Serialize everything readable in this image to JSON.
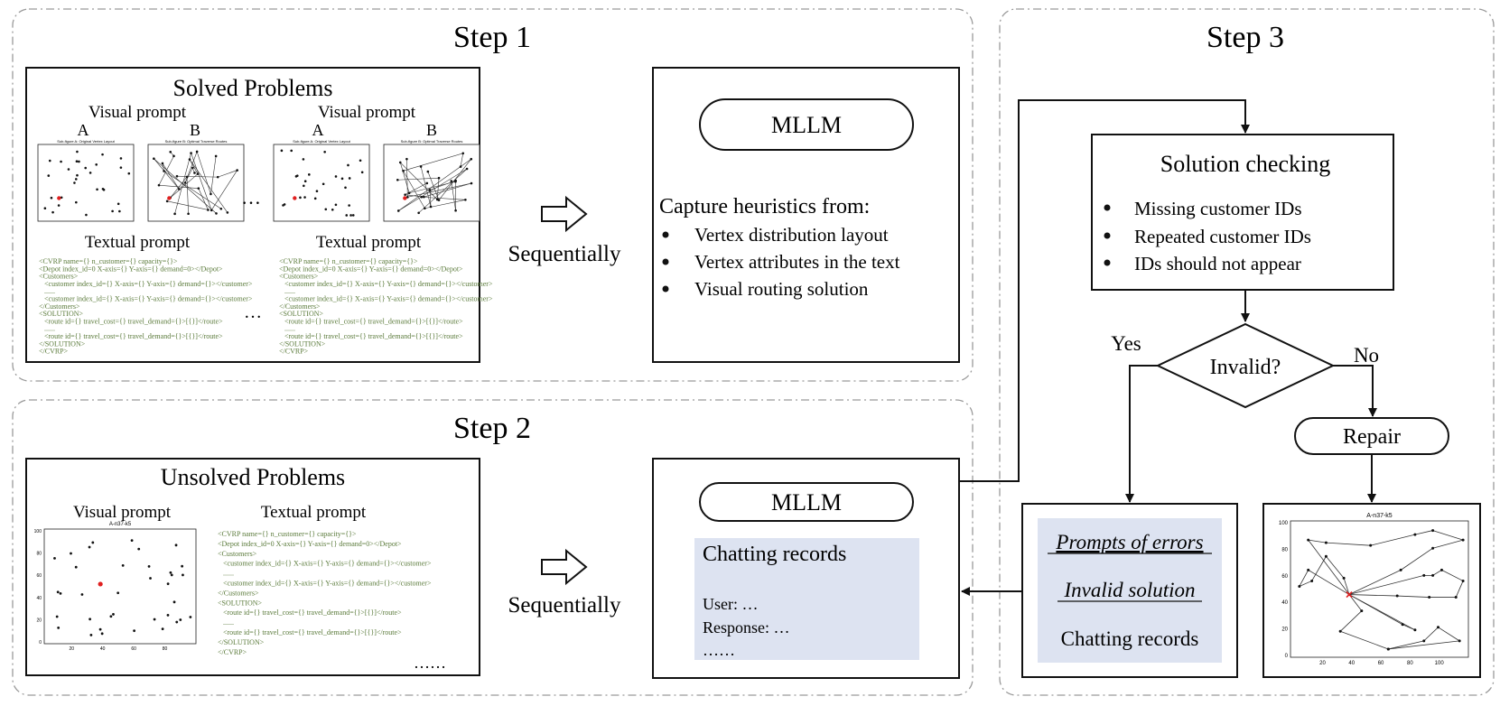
{
  "step1": {
    "title": "Step 1",
    "solved_title": "Solved Problems",
    "visual_prompt": "Visual prompt",
    "textual_prompt": "Textual prompt",
    "sub_a": "A",
    "sub_b": "B",
    "sub_a_caption": "Sub-figure A: Original Vertex Layout",
    "sub_b_caption": "Sub-figure B: Optimal Traverse Routes",
    "ellipsis": "…",
    "code_lines_left": [
      "<CVRP name={} n_customer={} capacity={}>",
      "<Depot index_id=0 X-axis={} Y-axis={} demand=0></Depot>",
      "<Customers>",
      "  <customer index_id={} X-axis={} Y-axis={} demand={}></customer>",
      "  ......",
      "  <customer index_id={} X-axis={} Y-axis={} demand={}></customer>",
      "</Customers>",
      "<SOLUTION>",
      "  <route id={} travel_cost={} travel_demand={}>[{}]</route>",
      "  ......",
      "  <route id={} travel_cost={} travel_demand={}>[{}]</route>",
      "</SOLUTION>",
      "</CVRP>"
    ],
    "sequentially": "Sequentially",
    "mllm": "MLLM",
    "capture_title": "Capture heuristics from:",
    "capture_items": [
      "Vertex distribution layout",
      "Vertex attributes in the text",
      "Visual routing solution"
    ]
  },
  "step2": {
    "title": "Step 2",
    "unsolved_title": "Unsolved Problems",
    "visual_prompt": "Visual prompt",
    "textual_prompt": "Textual prompt",
    "plot_title": "A-n37-k5",
    "code_lines": [
      "<CVRP name={} n_customer={} capacity={}>",
      "<Depot index_id=0 X-axis={} Y-axis={} demand=0></Depot>",
      "<Customers>",
      "  <customer index_id={} X-axis={} Y-axis={} demand={}></customer>",
      "  ......",
      "  <customer index_id={} X-axis={} Y-axis={} demand={}></customer>",
      "</Customers>",
      "<SOLUTION>",
      "  <route id={} travel_cost={} travel_demand={}>[{}]</route>",
      "  ......",
      "  <route id={} travel_cost={} travel_demand={}>[{}]</route>",
      "</SOLUTION>",
      "</CVRP>"
    ],
    "ellipsis": "……",
    "sequentially": "Sequentially",
    "mllm": "MLLM",
    "chat_title": "Chatting records",
    "chat_user": "User: …",
    "chat_response": "Response: …",
    "chat_more": "……"
  },
  "step3": {
    "title": "Step 3",
    "check_title": "Solution checking",
    "check_items": [
      "Missing customer IDs",
      "Repeated customer IDs",
      "IDs should not appear"
    ],
    "decision": "Invalid?",
    "yes": "Yes",
    "no": "No",
    "repair": "Repair",
    "err_prompt": "Prompts of errors",
    "invalid_solution": "Invalid solution",
    "chat_records": "Chatting records",
    "plot_title": "A-n37-k5"
  },
  "axis_ticks": {
    "y": [
      "100",
      "80",
      "60",
      "40",
      "20",
      "0"
    ],
    "x": [
      "20",
      "40",
      "60",
      "80",
      "100"
    ],
    "small_y": [
      "100",
      "80",
      "60",
      "40",
      "20",
      "0"
    ],
    "small_x": [
      "20",
      "40",
      "60",
      "80"
    ]
  },
  "colors": {
    "chat_bg": "#dde3f1",
    "border": "#222222",
    "dash": "#9a9a9a",
    "depot": "#e02020",
    "code": "#5a7a3a"
  }
}
